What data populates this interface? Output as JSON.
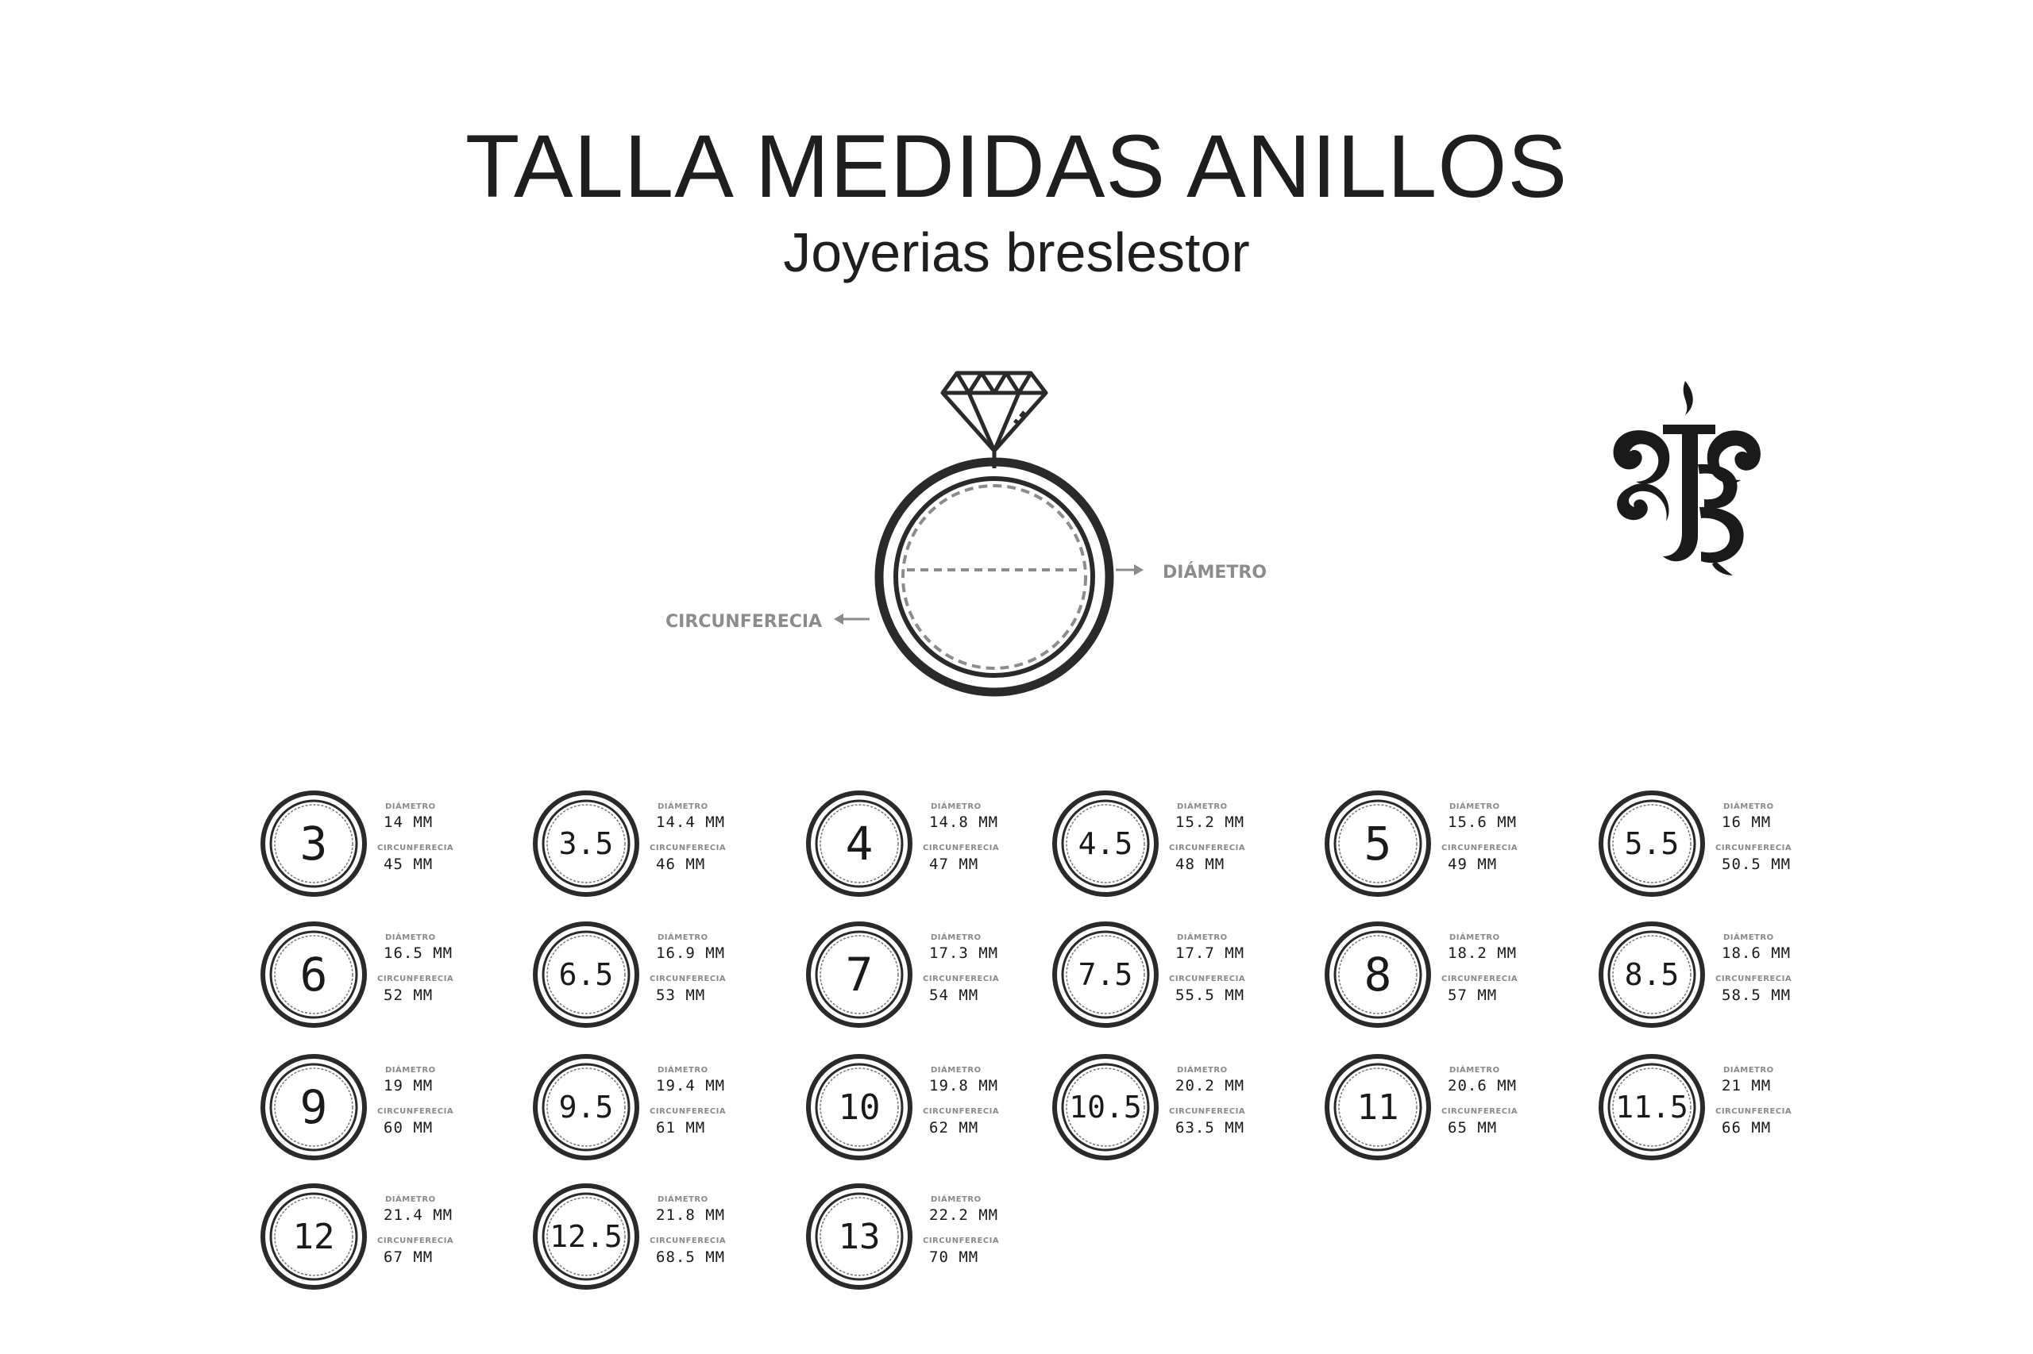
{
  "header": {
    "title": "TALLA MEDIDAS ANILLOS",
    "subtitle": "Joyerias breslestor"
  },
  "diagram": {
    "diameter_label": "DIÁMETRO",
    "circumference_label": "CIRCUNFERECIA"
  },
  "logo": {
    "letters": "JB"
  },
  "labels": {
    "diameter": "DIÁMETRO",
    "circumference": "CIRCUNFERECIA"
  },
  "sizes": [
    {
      "size": "3",
      "diameter": "14 MM",
      "circumference": "45 MM"
    },
    {
      "size": "3.5",
      "diameter": "14.4 MM",
      "circumference": "46 MM"
    },
    {
      "size": "4",
      "diameter": "14.8 MM",
      "circumference": "47 MM"
    },
    {
      "size": "4.5",
      "diameter": "15.2 MM",
      "circumference": "48 MM"
    },
    {
      "size": "5",
      "diameter": "15.6 MM",
      "circumference": "49 MM"
    },
    {
      "size": "5.5",
      "diameter": "16 MM",
      "circumference": "50.5 MM"
    },
    {
      "size": "6",
      "diameter": "16.5 MM",
      "circumference": "52 MM"
    },
    {
      "size": "6.5",
      "diameter": "16.9 MM",
      "circumference": "53 MM"
    },
    {
      "size": "7",
      "diameter": "17.3 MM",
      "circumference": "54 MM"
    },
    {
      "size": "7.5",
      "diameter": "17.7 MM",
      "circumference": "55.5 MM"
    },
    {
      "size": "8",
      "diameter": "18.2 MM",
      "circumference": "57 MM"
    },
    {
      "size": "8.5",
      "diameter": "18.6 MM",
      "circumference": "58.5 MM"
    },
    {
      "size": "9",
      "diameter": "19 MM",
      "circumference": "60 MM"
    },
    {
      "size": "9.5",
      "diameter": "19.4 MM",
      "circumference": "61 MM"
    },
    {
      "size": "10",
      "diameter": "19.8 MM",
      "circumference": "62 MM"
    },
    {
      "size": "10.5",
      "diameter": "20.2 MM",
      "circumference": "63.5 MM"
    },
    {
      "size": "11",
      "diameter": "20.6 MM",
      "circumference": "65 MM"
    },
    {
      "size": "11.5",
      "diameter": "21 MM",
      "circumference": "66 MM"
    },
    {
      "size": "12",
      "diameter": "21.4 MM",
      "circumference": "67 MM"
    },
    {
      "size": "12.5",
      "diameter": "21.8 MM",
      "circumference": "68.5 MM"
    },
    {
      "size": "13",
      "diameter": "22.2 MM",
      "circumference": "70 MM"
    }
  ]
}
